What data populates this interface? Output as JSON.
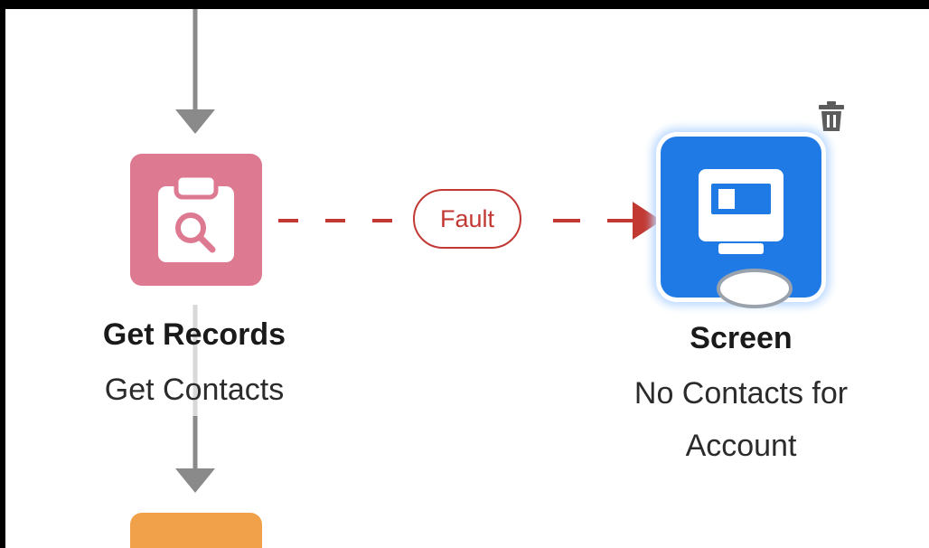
{
  "flow": {
    "get_records_node": {
      "type_label": "Get Records",
      "name_label": "Get Contacts",
      "icon": "clipboard-search-icon",
      "color": "#dd7a92"
    },
    "screen_node": {
      "type_label": "Screen",
      "name_label": "No Contacts for Account",
      "icon": "screen-icon",
      "color": "#1f7ae6",
      "selected": true,
      "delete_icon": "trash-icon"
    },
    "fault_connector": {
      "label": "Fault",
      "color": "#c23934",
      "style": "dashed"
    },
    "assignment_node": {
      "color": "#f2a14b"
    },
    "connector_color": "#8a8a8a"
  }
}
